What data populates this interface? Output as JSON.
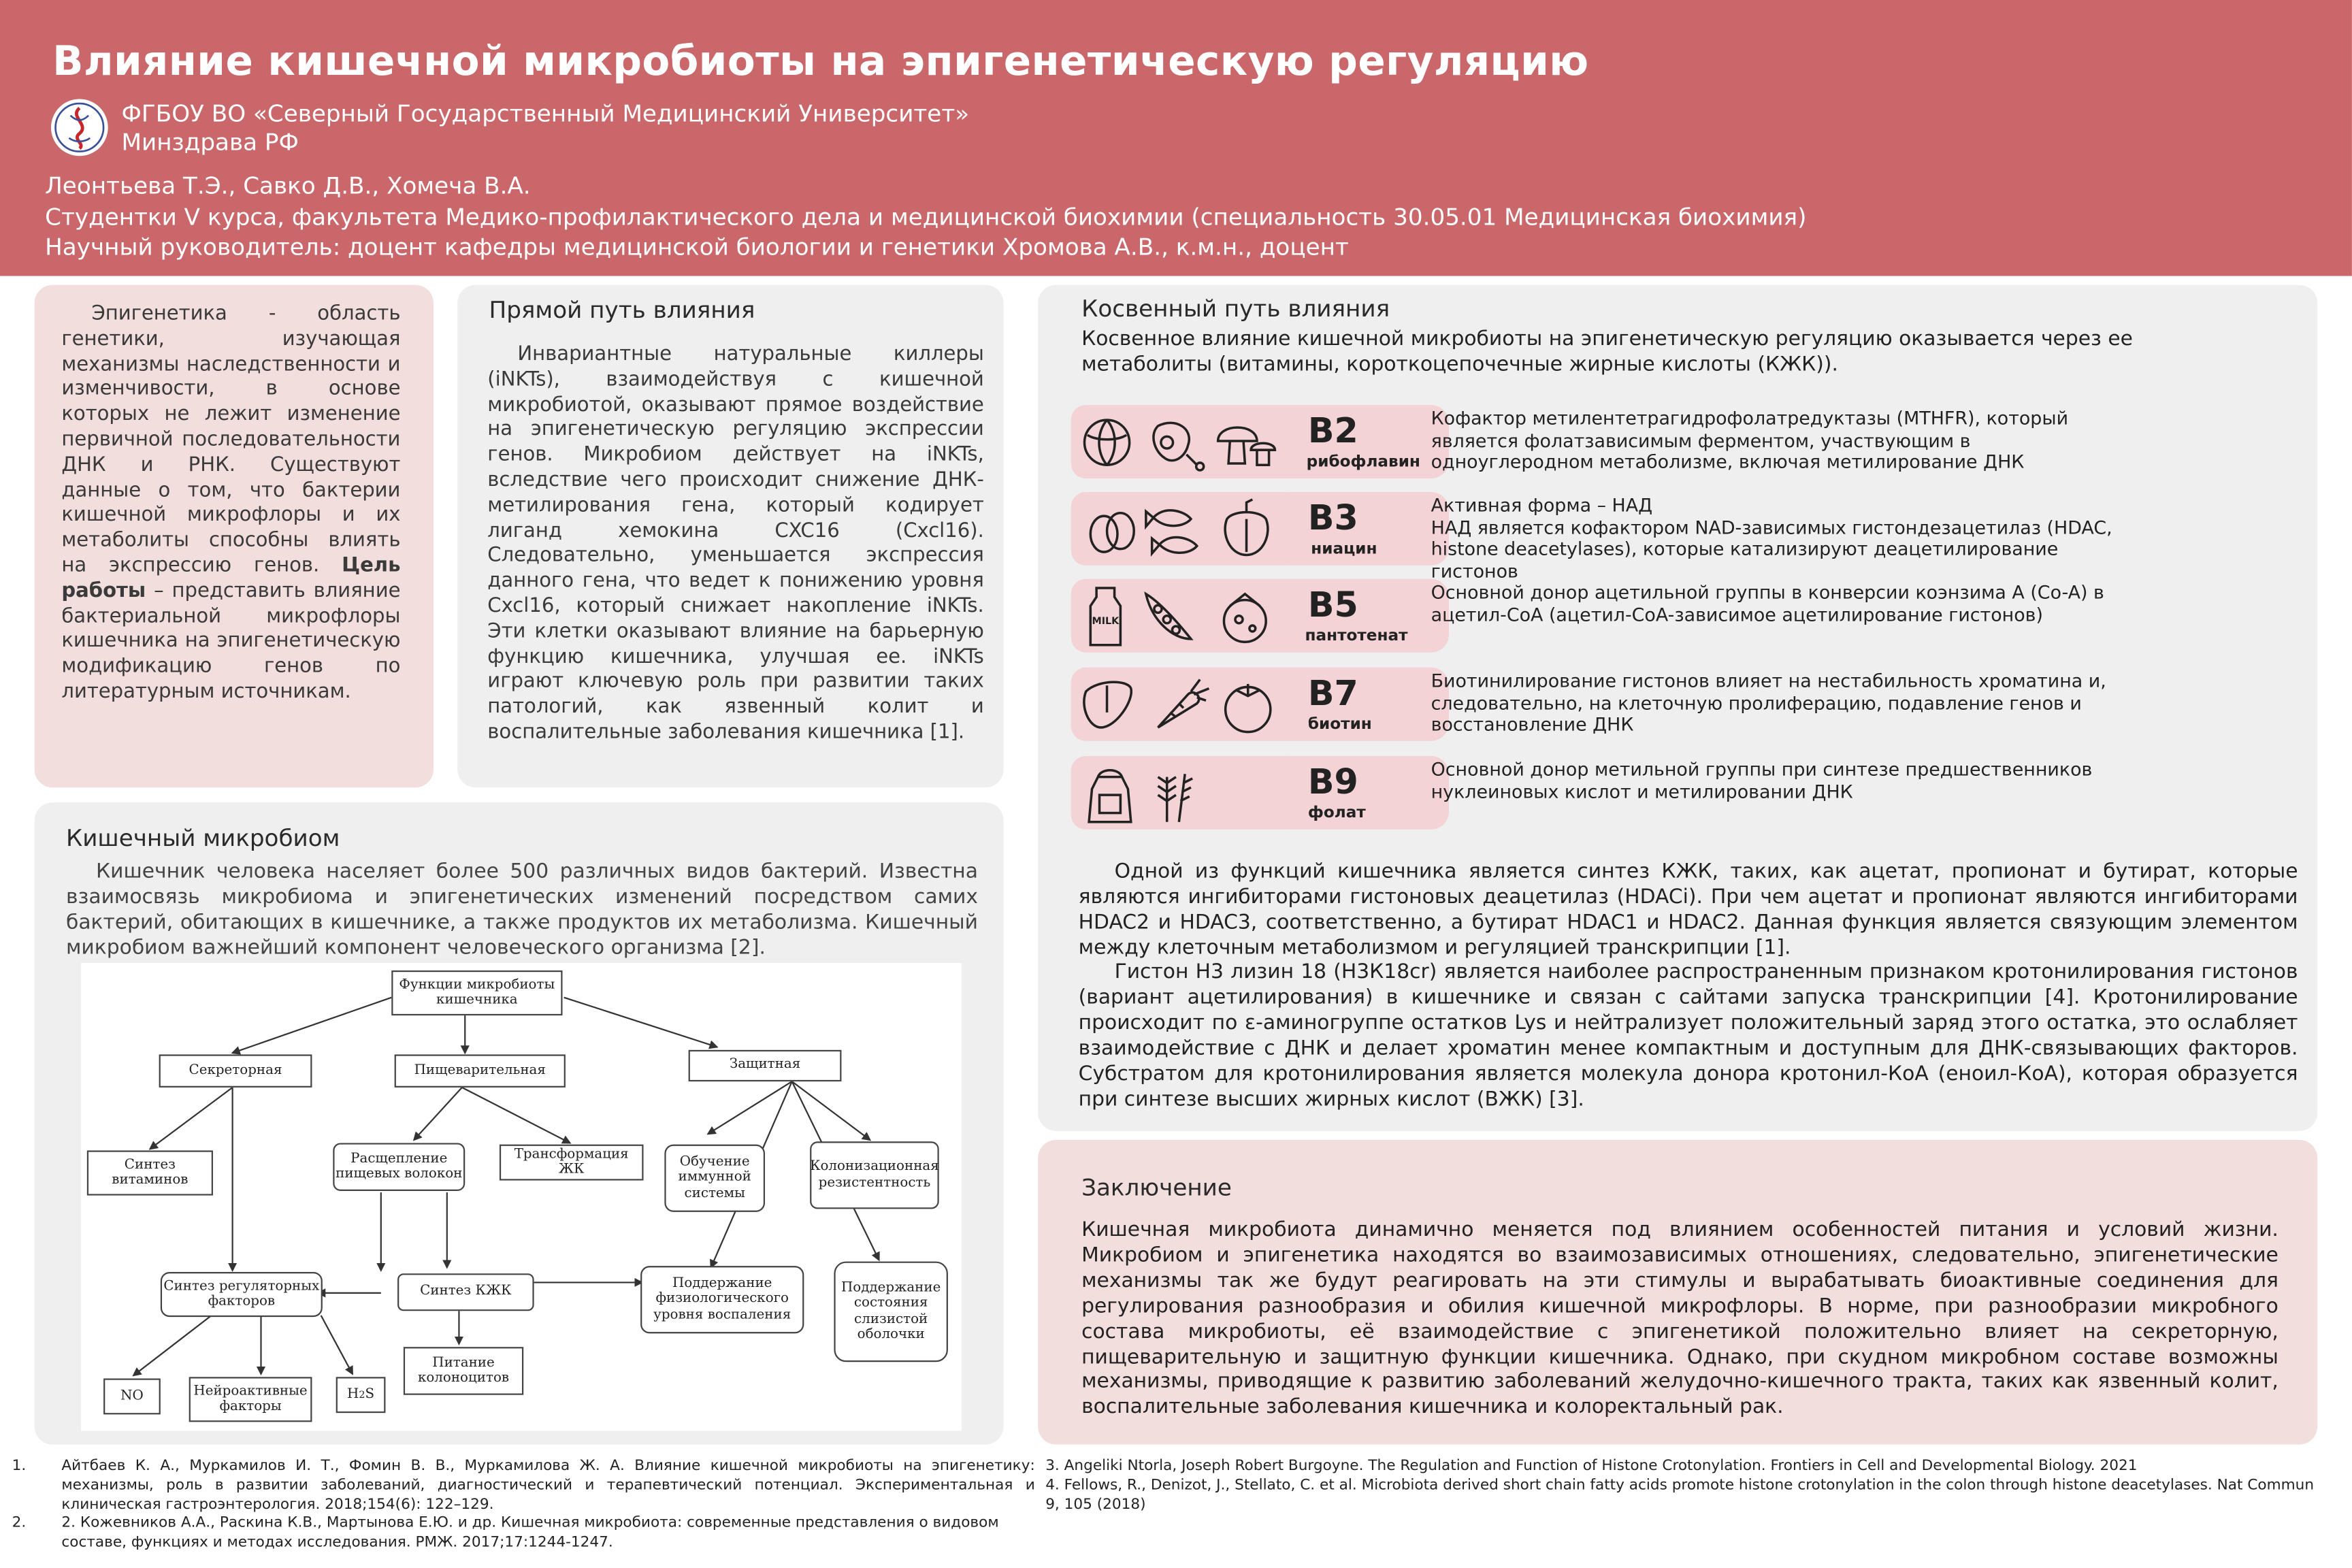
{
  "header": {
    "title": "Влияние кишечной микробиоты на эпигенетическую регуляцию",
    "org_line1": "ФГБОУ ВО «Северный Государственный Медицинский Университет»",
    "org_line2": "Минздрава РФ",
    "authors": "Леонтьева Т.Э., Савко Д.В., Хомеча В.А.",
    "students": "Студентки V курса, факультета Медико-профилактического дела и медицинской биохимии (специальность 30.05.01 Медицинская биохимия)",
    "supervisor": "Научный руководитель:  доцент кафедры  медицинской биологии и генетики Хромова А.В., к.м.н., доцент"
  },
  "intro": {
    "text_before": "Эпигенетика - область генетики, изучающая механизмы наследственности и изменчивости, в основе которых не лежит изменение первичной последовательности ДНК и РНК. Существуют данные о том, что бактерии кишечной микрофлоры и их метаболиты способны влиять на экспрессию генов. ",
    "bold": "Цель работы",
    "text_after": " – представить влияние бактериальной микрофлоры кишечника на эпигенетическую модификацию генов по литературным источникам."
  },
  "direct": {
    "title": "Прямой путь влияния",
    "text": "Инвариантные натуральные киллеры (iNKTs), взаимодействуя с кишечной микробиотой, оказывают прямое воздействие на эпигенетическую регуляцию экспрессии генов. Микробиом действует на iNKTs, вследствие чего происходит снижение ДНК-метилирования гена, который кодирует лиганд хемокина CXC16 (Cxcl16). Следовательно, уменьшается экспрессия данного гена, что ведет к понижению уровня Cxcl16, который снижает накопление iNKTs. Эти клетки оказывают влияние на барьерную функцию кишечника, улучшая ее. iNKTs играют ключевую роль при развитии таких патологий, как язвенный колит и воспалительные заболевания кишечника [1]."
  },
  "microbiome": {
    "title": "Кишечный микробиом",
    "text": "Кишечник человека населяет более 500 различных видов бактерий. Известна взаимосвязь микробиома и эпигенетических изменений посредством самих бактерий, обитающих в кишечнике, а также продуктов их метаболизма. Кишечный микробиом важнейший компонент человеческого организма [2]."
  },
  "diagram": {
    "root": "Функции микробиоты кишечника",
    "secretory": "Секреторная",
    "digestive": "Пищеварительная",
    "protective": "Защитная",
    "vitamins": "Синтез витаминов",
    "fiber": "Расщепление пищевых волокон",
    "fa_transform": "Трансформация ЖК",
    "immune": "Обучение иммунной системы",
    "colonization": "Колонизационная резистентность",
    "regulatory": "Синтез регуляторных факторов",
    "scfa": "Синтез КЖК",
    "inflammation": "Поддержание физиологического уровня воспаления",
    "mucosa": "Поддержание состояния слизистой оболочки",
    "no": "NO",
    "neuro": "Нейроактивные факторы",
    "h2s_h": "H",
    "h2s_sub": "2",
    "h2s_s": "S",
    "colonocytes": "Питание колоноцитов"
  },
  "indirect": {
    "title": "Косвенный путь влияния",
    "intro": "Косвенное влияние кишечной микробиоты на эпигенетическую регуляцию оказывается через ее метаболиты (витамины, короткоцепочечные жирные кислоты (КЖК)).",
    "vitamins": [
      {
        "code": "B2",
        "name": "рибофлавин",
        "desc": "Кофактор метилентетрагидрофолатредуктазы (MTHFR), который является фолатзависимым ферментом, участвующим в одноуглеродном метаболизме, включая метилирование ДНК",
        "icons": [
          "cabbage-icon",
          "meat-icon",
          "mushroom-icon"
        ]
      },
      {
        "code": "B3",
        "name": "ниацин",
        "desc": "Активная форма – НАД\nНАД является кофактором NAD-зависимых гистондезацетилаз (HDAC, histone deacetylases), которые катализируют деацетилирование гистонов",
        "icons": [
          "eggs-icon",
          "fish-icon",
          "pepper-icon"
        ]
      },
      {
        "code": "B5",
        "name": "пантотенат",
        "desc": "Основной донор ацетильной группы в конверсии коэнзима А (Co-A) в ацетил-CoA (ацетил-CoA-зависимое ацетилирование гистонов)",
        "icons": [
          "milk-icon",
          "peas-icon",
          "cheese-icon"
        ]
      },
      {
        "code": "B7",
        "name": "биотин",
        "desc": "Биотинилирование гистонов влияет на нестабильность хроматина и, следовательно, на клеточную пролиферацию, подавление генов и восстановление ДНК",
        "icons": [
          "liver-icon",
          "carrot-icon",
          "tomato-icon"
        ]
      },
      {
        "code": "B9",
        "name": "фолат",
        "desc": "Основной донор метильной группы при синтезе предшественников нуклеиновых кислот и метилировании ДНК",
        "icons": [
          "flour-sack-icon",
          "wheat-icon"
        ]
      }
    ],
    "milk_label": "MILK",
    "para1": "Одной из функций кишечника является синтез КЖК, таких, как ацетат, пропионат и бутират, которые являются ингибиторами гистоновых деацетилаз (HDACi). При чем ацетат и пропионат являются ингибиторами HDAC2 и HDAC3, соответственно, а бутират HDAC1 и HDAC2. Данная функция является связующим элементом между клеточным метаболизмом и регуляцией транскрипции [1].",
    "para2": "Гистон Н3 лизин 18 (Н3К18cr) является наиболее распространенным признаком кротонилирования гистонов (вариант ацетилирования) в кишечнике и связан с сайтами запуска транскрипции [4]. Кротонилирование происходит по ε-аминогруппе остатков Lys и нейтрализует положительный заряд этого остатка, это ослабляет взаимодействие с ДНК и  делает хроматин менее компактным и доступным для ДНК-связывающих факторов. Субстратом для кротонилирования является молекула донора кротонил-КоА (еноил-КоА), которая образуется при синтезе высших жирных кислот (ВЖК) [3]."
  },
  "conclusion": {
    "title": "Заключение",
    "text": "Кишечная микробиота динамично меняется под влиянием особенностей питания и условий жизни. Микробиом и эпигенетика находятся во взаимозависимых отношениях, следовательно, эпигенетические механизмы так же будут реагировать на эти стимулы и вырабатывать биоактивные соединения для регулирования разнообразия и обилия кишечной микрофлоры. В норме, при разнообразии микробного состава микробиоты, её взаимодействие с  эпигенетикой положительно влияет на секреторную, пищеварительную и защитную функции кишечника. Однако, при скудном микробном составе возможны механизмы, приводящие к  развитию заболеваний желудочно-кишечного тракта, таких как язвенный колит, воспалительные заболевания кишечника и колоректальный рак."
  },
  "references": {
    "left": [
      {
        "num": "1.",
        "text": "Айтбаев К. А., Муркамилов И. Т., Фомин В. В., Муркамилова Ж. А. Влияние кишечной микробиоты на эпигенетику: механизмы, роль в развитии заболеваний, диагностический и терапевтический потенциал. Экспериментальная и клиническая гастроэнтерология. 2018;154(6): 122–129."
      },
      {
        "num": "2.",
        "text": "2. Кожевников А.А., Раскина К.В., Мартынова Е.Ю. и др. Кишечная микробиота: современные представления о видовом составе, функциях и методах исследования. РМЖ. 2017;17:1244-1247."
      }
    ],
    "right": [
      "3. Angeliki Ntorla, Joseph Robert Burgoyne. The Regulation and Function of Histone Crotonylation. Frontiers in Cell and Developmental Biology. 2021",
      "4. Fellows, R., Denizot, J., Stellato, C. et al. Microbiota derived short chain fatty acids promote histone crotonylation in the colon through histone deacetylases. Nat Commun 9, 105 (2018)"
    ]
  },
  "colors": {
    "header": "#c9676b",
    "panel_grey": "#efefef",
    "panel_pink": "#f3dede",
    "vitamin_bar": "#f4d3d6"
  }
}
